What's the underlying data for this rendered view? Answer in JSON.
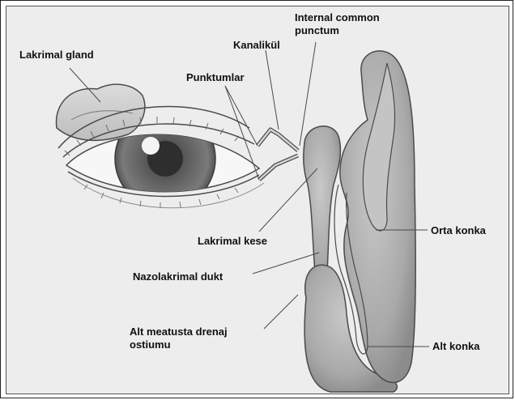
{
  "labels": {
    "lakrimal_gland": "Lakrimal gland",
    "internal_common_punctum_line1": "Internal common",
    "internal_common_punctum_line2": "punctum",
    "kanalikul": "Kanalikül",
    "punktumlar": "Punktumlar",
    "lakrimal_kese": "Lakrimal kese",
    "nazolakrimal_dukt": "Nazolakrimal dukt",
    "alt_meatus_line1": "Alt meatusta drenaj",
    "alt_meatus_line2": "ostiumu",
    "orta_konka": "Orta konka",
    "alt_konka": "Alt konka"
  },
  "colors": {
    "panel_background": "#ededed",
    "line": "#4a4a4a",
    "iris": "#6d6d6d",
    "pupil": "#2e2e2e",
    "tissue": "#a3a3a3"
  }
}
